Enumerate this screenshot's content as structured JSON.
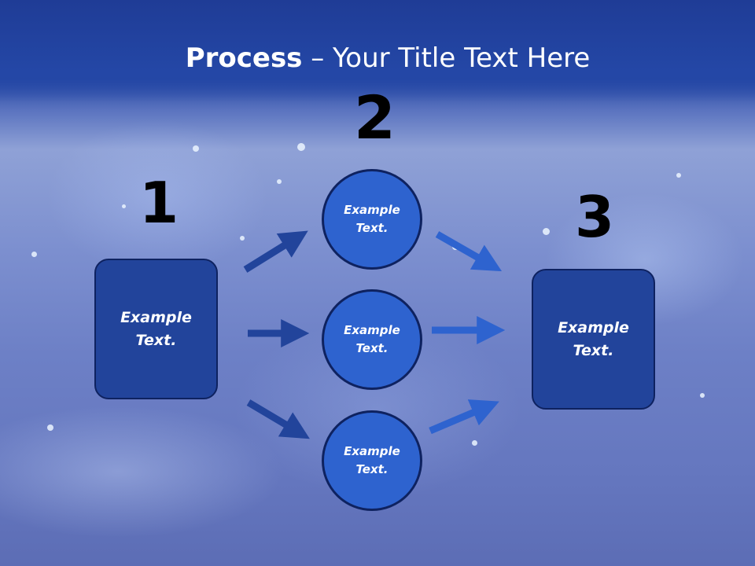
{
  "title": {
    "bold": "Process",
    "rest": " – Your Title Text Here"
  },
  "steps": {
    "one": "1",
    "two": "2",
    "three": "3"
  },
  "left_box": {
    "line1": "Example",
    "line2": "Text."
  },
  "circles": [
    {
      "line1": "Example",
      "line2": "Text."
    },
    {
      "line1": "Example",
      "line2": "Text."
    },
    {
      "line1": "Example",
      "line2": "Text."
    }
  ],
  "right_box": {
    "line1": "Example",
    "line2": "Text."
  },
  "colors": {
    "title_band": "#2447a6",
    "box_fill": "#22449b",
    "circle_fill": "#2e63cf",
    "arrow_left": "#22449b",
    "arrow_right": "#2e63cf"
  }
}
